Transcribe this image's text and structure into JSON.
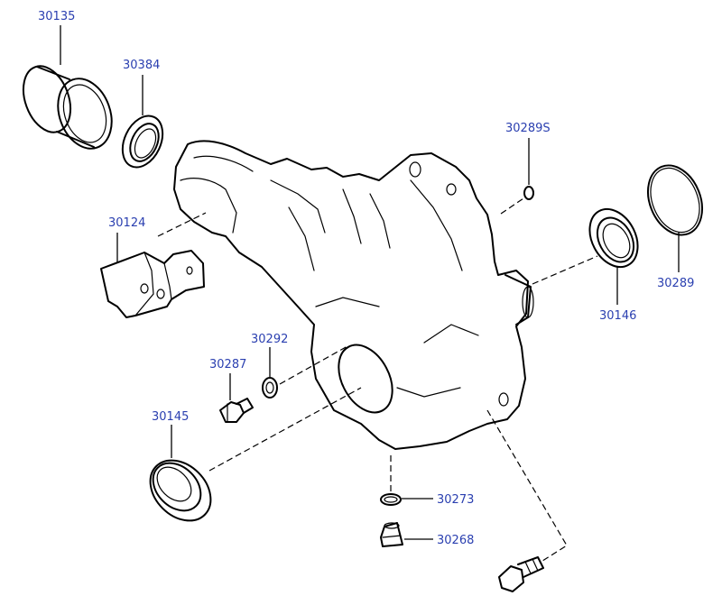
{
  "diagram": {
    "title": "Water pump exploded view",
    "parts": [
      {
        "id": "30135"
      },
      {
        "id": "30384"
      },
      {
        "id": "30124"
      },
      {
        "id": "30289S"
      },
      {
        "id": "30289"
      },
      {
        "id": "30146"
      },
      {
        "id": "30292"
      },
      {
        "id": "30287"
      },
      {
        "id": "30145"
      },
      {
        "id": "30273"
      },
      {
        "id": "30268"
      }
    ],
    "colors": {
      "label": "#2a3fb0",
      "line": "#000000",
      "background": "#ffffff"
    }
  }
}
